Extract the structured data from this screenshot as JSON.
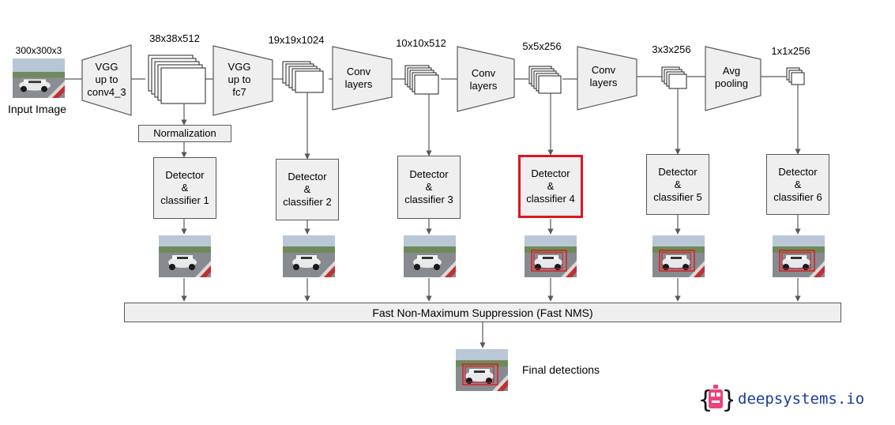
{
  "input": {
    "dim": "300x300x3",
    "caption": "Input Image"
  },
  "stages": [
    {
      "dim": "38x38x512",
      "block": [
        "VGG",
        "up to",
        "conv4_3"
      ]
    },
    {
      "dim": "19x19x1024",
      "block": [
        "VGG",
        "up to",
        "fc7"
      ]
    },
    {
      "dim": "10x10x512",
      "block": [
        "Conv",
        "layers"
      ]
    },
    {
      "dim": "5x5x256",
      "block": [
        "Conv",
        "layers"
      ]
    },
    {
      "dim": "3x3x256",
      "block": [
        "Conv",
        "layers"
      ]
    },
    {
      "dim": "1x1x256",
      "block": [
        "Avg",
        "pooling"
      ]
    }
  ],
  "normalization": "Normalization",
  "detectors": [
    {
      "lines": [
        "Detector",
        "&",
        "classifier 1"
      ],
      "highlighted": false,
      "has_box": false
    },
    {
      "lines": [
        "Detector",
        "&",
        "classifier 2"
      ],
      "highlighted": false,
      "has_box": false
    },
    {
      "lines": [
        "Detector",
        "&",
        "classifier 3"
      ],
      "highlighted": false,
      "has_box": false
    },
    {
      "lines": [
        "Detector",
        "&",
        "classifier 4"
      ],
      "highlighted": true,
      "has_box": true
    },
    {
      "lines": [
        "Detector",
        "&",
        "classifier 5"
      ],
      "highlighted": false,
      "has_box": true
    },
    {
      "lines": [
        "Detector",
        "&",
        "classifier 6"
      ],
      "highlighted": false,
      "has_box": true
    }
  ],
  "nms": "Fast Non-Maximum Suppression (Fast NMS)",
  "final": "Final detections",
  "brand": {
    "text": "deepsystems.io",
    "color": "#1c39a3",
    "icon": "robot-icon",
    "icon_color": "#e8457a"
  },
  "colors": {
    "highlight": "#e0141e",
    "box_fill": "#efefef",
    "line": "#595959"
  }
}
